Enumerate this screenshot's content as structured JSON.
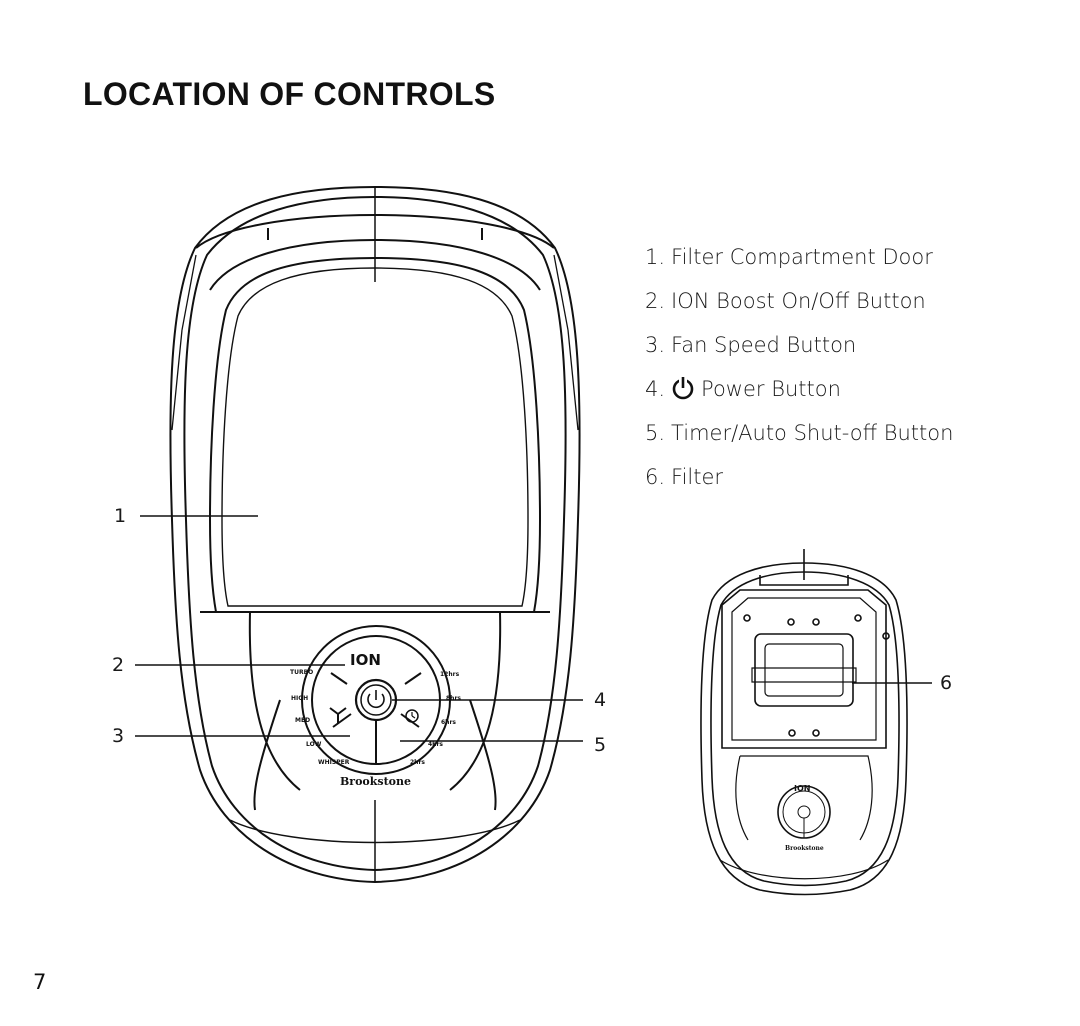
{
  "page": {
    "title": "LOCATION OF CONTROLS",
    "page_number": "7"
  },
  "legend": [
    {
      "num": "1.",
      "label": "Filter Compartment Door"
    },
    {
      "num": "2.",
      "label": "ION Boost On/Off Button"
    },
    {
      "num": "3.",
      "label": "Fan Speed Button"
    },
    {
      "num": "4.",
      "label": "Power Button",
      "icon": "power-icon"
    },
    {
      "num": "5.",
      "label": "Timer/Auto Shut-off Button"
    },
    {
      "num": "6.",
      "label": "Filter"
    }
  ],
  "callouts": {
    "c1": "1",
    "c2": "2",
    "c3": "3",
    "c4": "4",
    "c5": "5",
    "c6": "6"
  },
  "panel": {
    "ion_label": "ION",
    "brand": "Brookstone",
    "speed_labels": [
      "TURBO",
      "HIGH",
      "MED",
      "LOW",
      "WHISPER"
    ],
    "timer_labels": [
      "12hrs",
      "8hrs",
      "6hrs",
      "4hrs",
      "2hrs"
    ]
  }
}
